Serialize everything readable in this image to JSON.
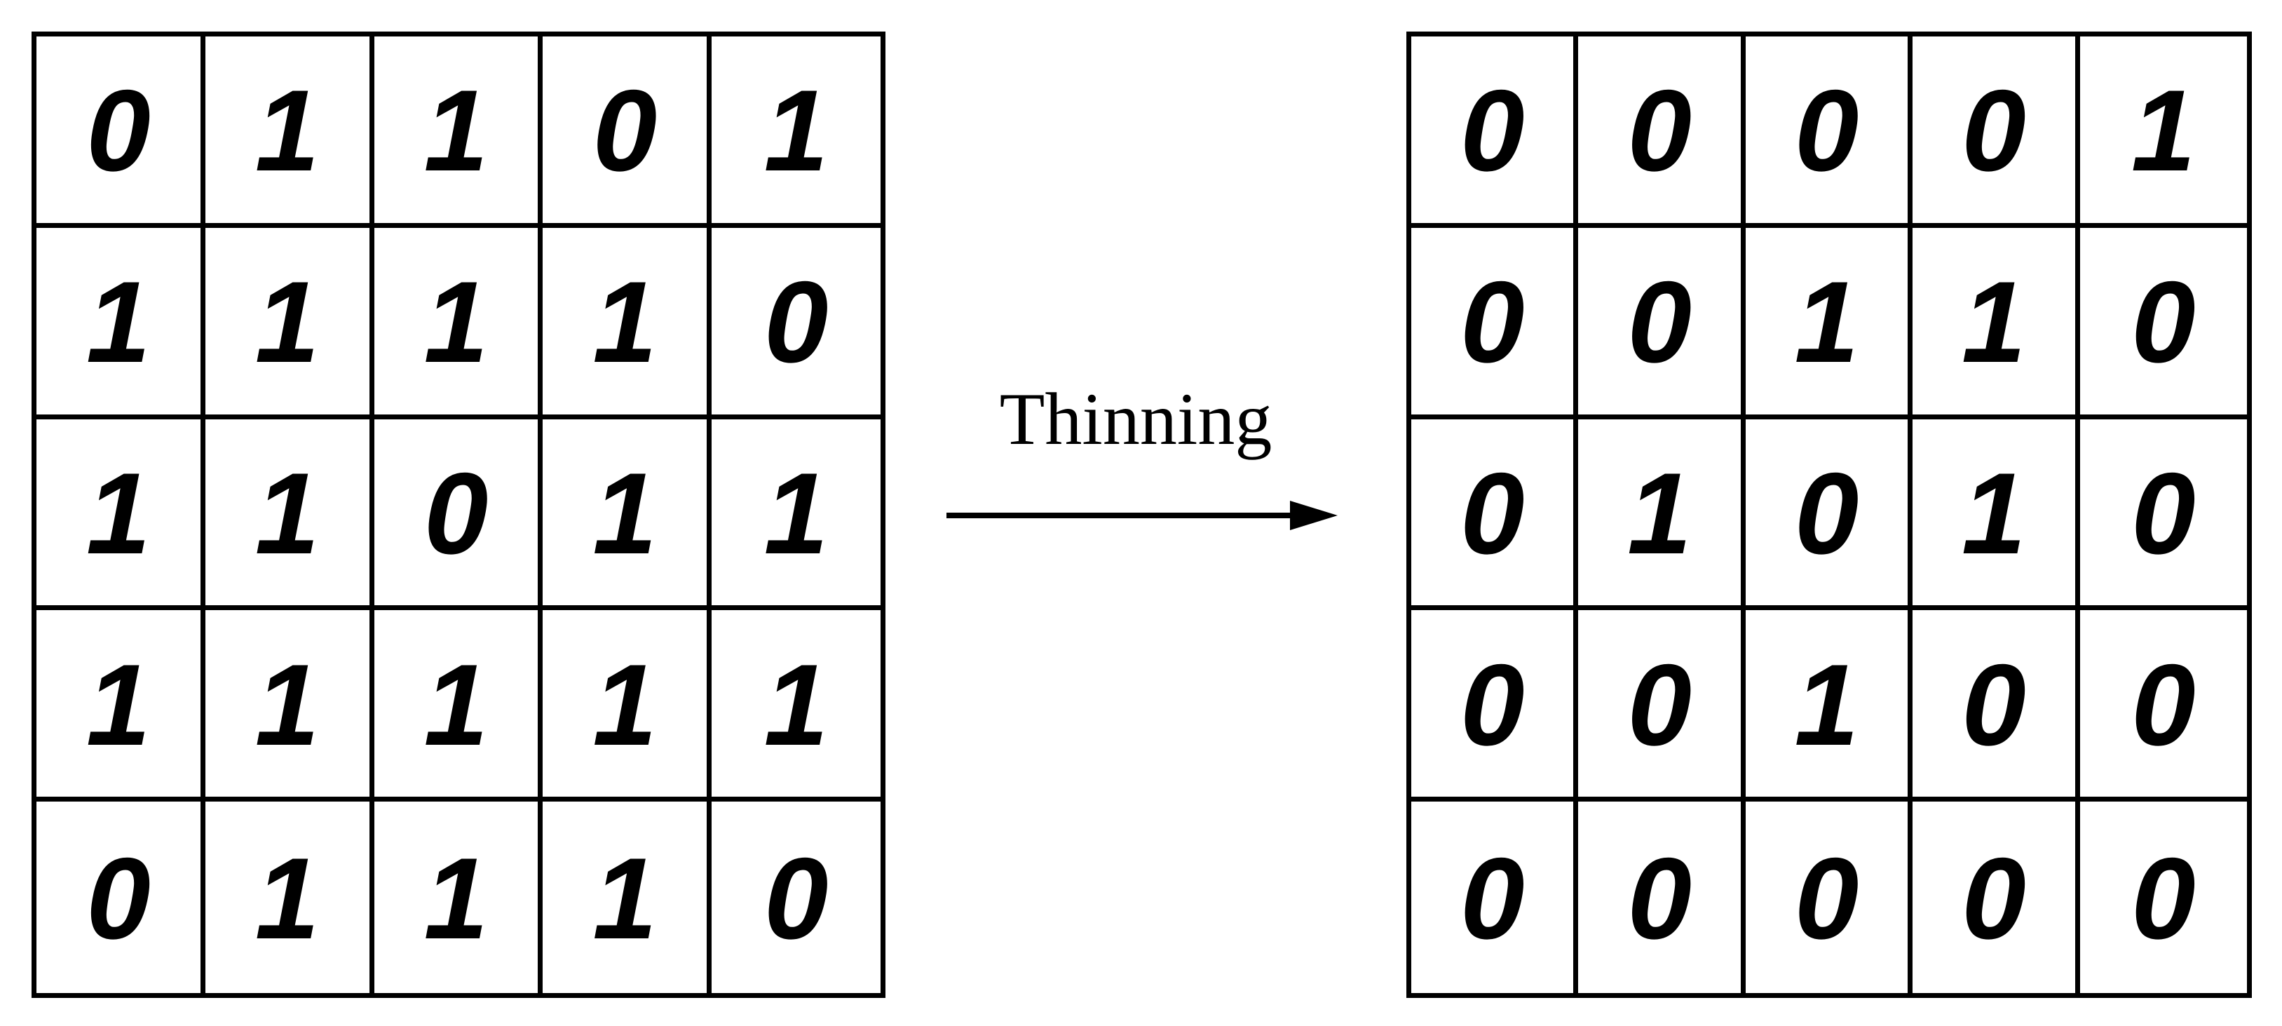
{
  "input_grid": [
    [
      "0",
      "1",
      "1",
      "0",
      "1"
    ],
    [
      "1",
      "1",
      "1",
      "1",
      "0"
    ],
    [
      "1",
      "1",
      "0",
      "1",
      "1"
    ],
    [
      "1",
      "1",
      "1",
      "1",
      "1"
    ],
    [
      "0",
      "1",
      "1",
      "1",
      "0"
    ]
  ],
  "operation": {
    "label": "Thinning"
  },
  "output_grid": [
    [
      "0",
      "0",
      "0",
      "0",
      "1"
    ],
    [
      "0",
      "0",
      "1",
      "1",
      "0"
    ],
    [
      "0",
      "1",
      "0",
      "1",
      "0"
    ],
    [
      "0",
      "0",
      "1",
      "0",
      "0"
    ],
    [
      "0",
      "0",
      "0",
      "0",
      "0"
    ]
  ]
}
